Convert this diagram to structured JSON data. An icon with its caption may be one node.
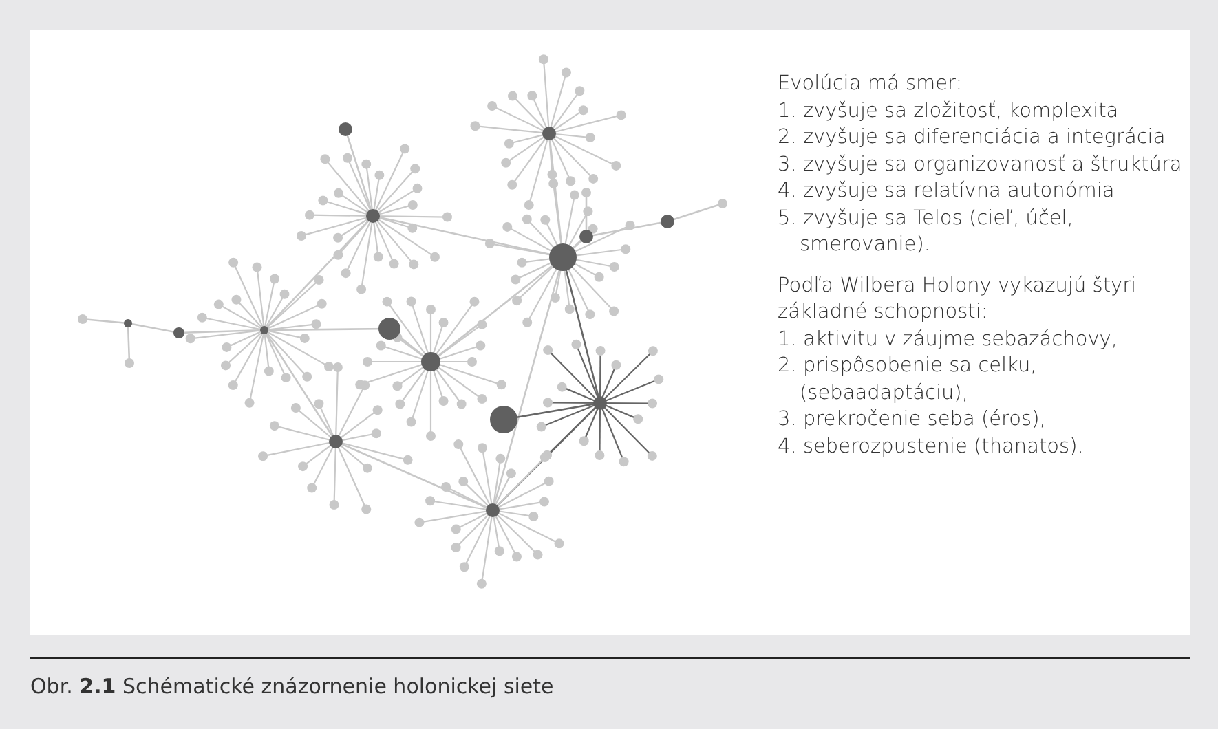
{
  "diagram": {
    "caption": "Obr. **2.1** Schématické znázornenie holonickej siete",
    "labels": [
      "Evolúcia má smer:",
      "1. zvyšuje sa zložitosť, komplexita",
      "2. zvyšuje sa diferenciácia a integrácia",
      "3. zvyšuje sa organizovanosť a štruktúra",
      "4. zvyšuje sa relatívna autonómia",
      "5. zvyšuje sa Telos (cieľ, účel, smerovanie).",
      "Podľa Wilbera Holony vykazujú štyri základné schopnosti:",
      "1. aktivitu v záujme sebazáchovy,",
      "2. prispôsobenie sa celku, (sebaadaptáciu),",
      "3. prekročenie seba (éros),",
      "4. seberozpustenie (thanatos)."
    ]
  }
}
